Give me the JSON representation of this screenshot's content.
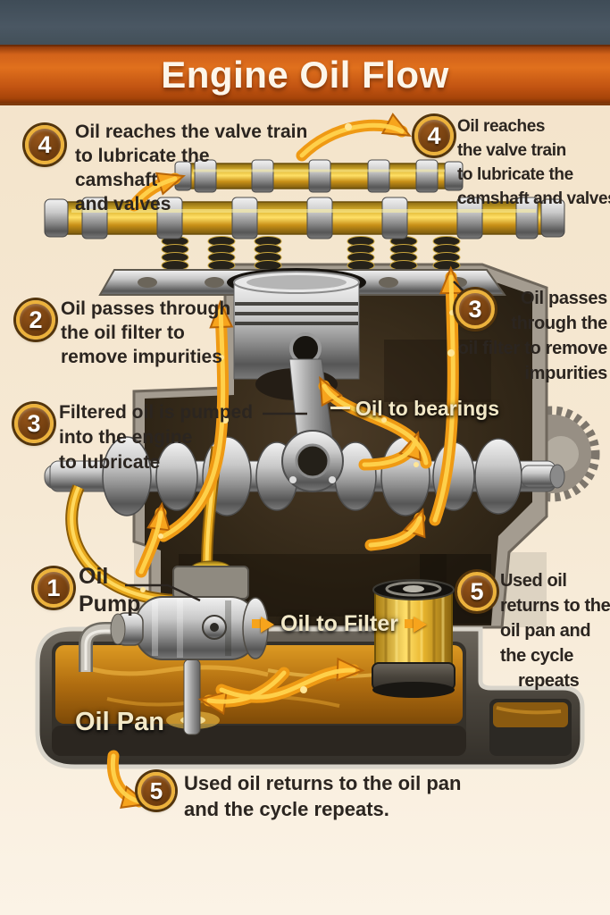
{
  "header": {
    "title": "Engine Oil Flow"
  },
  "callouts": {
    "valve_left": {
      "number": "4",
      "lines": [
        "Oil reaches the valve train",
        "to lubricate the",
        "camshaft",
        "and valves"
      ]
    },
    "valve_right": {
      "number": "4",
      "lines": [
        "Oil reaches",
        "the valve train",
        "to lubricate the",
        "camshaft and valves"
      ]
    },
    "filter_left": {
      "number": "2",
      "lines": [
        "Oil passes through",
        "the oil filter to",
        "remove impurities"
      ]
    },
    "filter_right": {
      "number": "3",
      "lines": [
        "Oil passes",
        "through the",
        "oil filter to remove",
        "impurities"
      ]
    },
    "pumped_left": {
      "number": "3",
      "lines": [
        "Filtered oil is pumped",
        "into the engine",
        "to lubricate"
      ]
    },
    "pump": {
      "number": "1",
      "lines": [
        "Oil",
        "Pump"
      ]
    },
    "return_right": {
      "number": "5",
      "lines": [
        "Used oil",
        "returns to the",
        "oil pan and",
        "the cycle",
        "repeats"
      ]
    },
    "return_bottom": {
      "number": "5",
      "lines": [
        "Used oil returns to the oil pan",
        "and the cycle repeats."
      ]
    }
  },
  "labels": {
    "oil_to_bearings": "Oil to bearings",
    "oil_to_filter": "Oil to Filter",
    "oil_pan": "Oil Pan"
  },
  "colors": {
    "top_bar": "#47545f",
    "banner_orange": "#c85f17",
    "background_cream": "#f6e8d1",
    "badge_fill": "#72400f",
    "badge_ring": "#ecb23c",
    "arrow_orange": "#f5a41c",
    "oil_amber": "#c27a12",
    "text_dark": "#2b2520",
    "text_cream": "#f3e9c8"
  }
}
